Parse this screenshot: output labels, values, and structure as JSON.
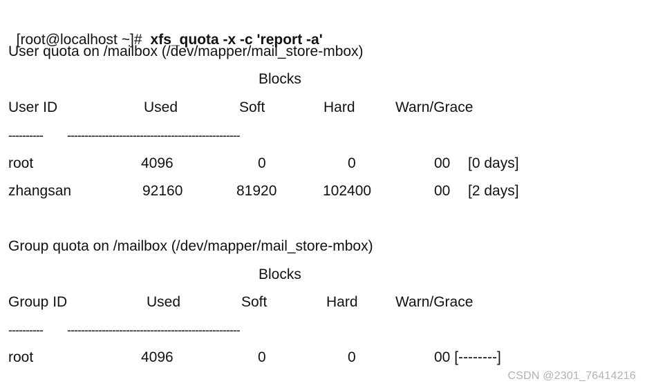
{
  "command": {
    "prompt": "[root@localhost ~]#",
    "text": "xfs_quota -x -c 'report -a'"
  },
  "user_quota": {
    "title": "User quota on /mailbox (/dev/mapper/mail_store-mbox)",
    "group_header": "Blocks",
    "headers": {
      "id": "User ID",
      "used": "Used",
      "soft": "Soft",
      "hard": "Hard",
      "warn": "Warn/Grace"
    },
    "sep_short": "----------",
    "sep_long": "--------------------------------------------------",
    "rows": [
      {
        "id": "root",
        "used": "4096",
        "soft": "0",
        "hard": "0",
        "warn": "00",
        "grace": "[0 days]"
      },
      {
        "id": "zhangsan",
        "used": "92160",
        "soft": "81920",
        "hard": "102400",
        "warn": "00",
        "grace": "[2 days]"
      }
    ]
  },
  "group_quota": {
    "title": "Group quota on /mailbox (/dev/mapper/mail_store-mbox)",
    "group_header": "Blocks",
    "headers": {
      "id": "Group ID",
      "used": "Used",
      "soft": "Soft",
      "hard": "Hard",
      "warn": "Warn/Grace"
    },
    "sep_short": "----------",
    "sep_long": "--------------------------------------------------",
    "rows": [
      {
        "id": "root",
        "used": "4096",
        "soft": "0",
        "hard": "0",
        "warn_grace": "00 [--------]"
      }
    ]
  },
  "watermark": "CSDN @2301_76414216"
}
